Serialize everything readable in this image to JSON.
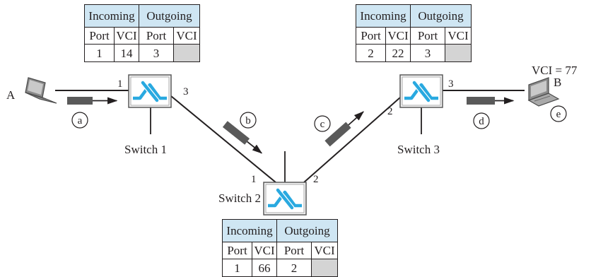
{
  "tables": {
    "switch1": {
      "headers": [
        "Incoming",
        "Outgoing"
      ],
      "columns": [
        "Port",
        "VCI",
        "Port",
        "VCI"
      ],
      "row": [
        "1",
        "14",
        "3",
        ""
      ]
    },
    "switch3": {
      "headers": [
        "Incoming",
        "Outgoing"
      ],
      "columns": [
        "Port",
        "VCI",
        "Port",
        "VCI"
      ],
      "row": [
        "2",
        "22",
        "3",
        ""
      ]
    },
    "switch2": {
      "headers": [
        "Incoming",
        "Outgoing"
      ],
      "columns": [
        "Port",
        "VCI",
        "Port",
        "VCI"
      ],
      "row": [
        "1",
        "66",
        "2",
        ""
      ]
    }
  },
  "switches": {
    "s1": {
      "label": "Switch 1",
      "port_in": "1",
      "port_out": "3"
    },
    "s2": {
      "label": "Switch 2",
      "port_in": "1",
      "port_out": "2"
    },
    "s3": {
      "label": "Switch 3",
      "port_in": "2",
      "port_out": "3"
    }
  },
  "hosts": {
    "a": {
      "label": "A"
    },
    "b": {
      "label": "B",
      "vci_note": "VCI = 77"
    }
  },
  "steps": [
    "a",
    "b",
    "c",
    "d",
    "e"
  ],
  "colors": {
    "switch_blue": "#29a9e0",
    "table_header": "#cfe6f3",
    "blank_cell": "#d4d4d4",
    "frame": "#5a5a5a"
  }
}
